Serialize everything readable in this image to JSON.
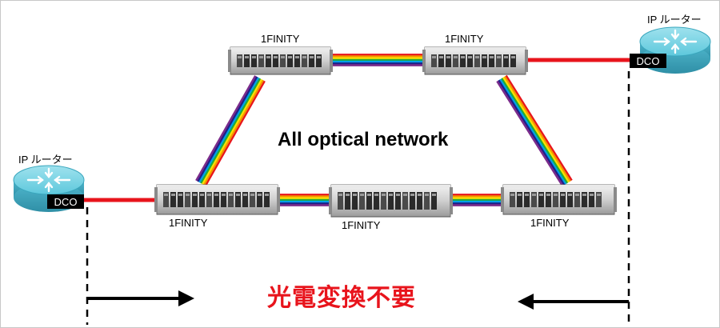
{
  "diagram": {
    "title": "All optical network",
    "caption": "光電変換不要",
    "routers": [
      {
        "id": "right",
        "label": "IP ルーター",
        "port": "DCO"
      },
      {
        "id": "left",
        "label": "IP ルーター",
        "port": "DCO"
      }
    ],
    "nodes": [
      {
        "id": "top-left",
        "label": "1FINITY"
      },
      {
        "id": "top-right",
        "label": "1FINITY"
      },
      {
        "id": "bottom-left",
        "label": "1FINITY"
      },
      {
        "id": "bottom-middle",
        "label": "1FINITY"
      },
      {
        "id": "bottom-right",
        "label": "1FINITY"
      }
    ],
    "colors": {
      "client_link": "#e8141c",
      "caption": "#e8141c",
      "router_body": "#5ec8dc",
      "port_label_bg": "#000000",
      "wdm_band": [
        "#e8141c",
        "#f39800",
        "#ffe100",
        "#22ac38",
        "#00a0e9",
        "#1d2088",
        "#7b2b8b"
      ]
    }
  }
}
